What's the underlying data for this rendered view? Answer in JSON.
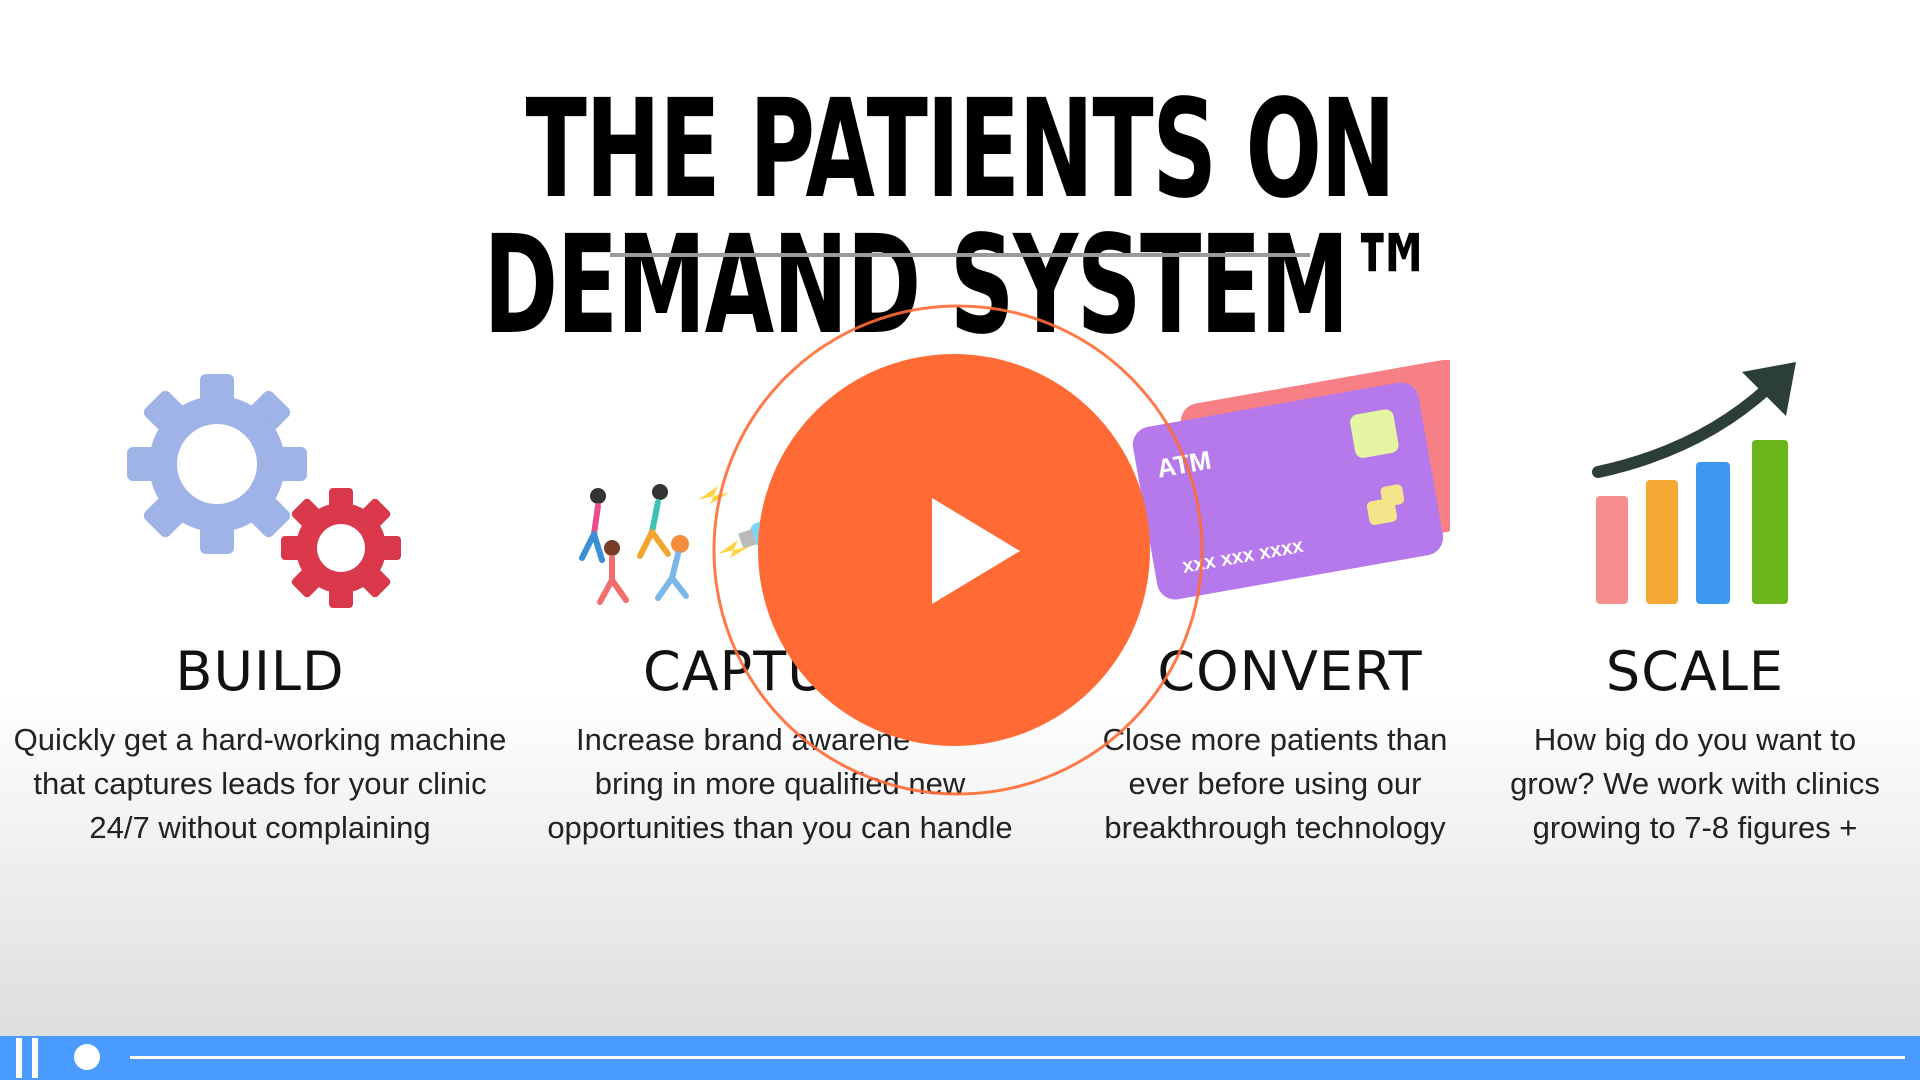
{
  "page": {
    "title": "THE PATIENTS ON DEMAND SYSTEM™"
  },
  "columns": [
    {
      "heading": "BUILD",
      "lines": [
        "Quickly get a hard-working machine",
        "that captures leads for your clinic",
        "24/7 without complaining"
      ]
    },
    {
      "heading": "CAPTU",
      "lines": [
        "Increase brand awarene",
        "bring in more qualified new",
        "opportunities than you can handle"
      ]
    },
    {
      "heading": "CONVERT",
      "lines": [
        "Close more patients than",
        "ever before using our",
        "breakthrough technology"
      ]
    },
    {
      "heading": "SCALE",
      "lines": [
        "How big do you want to",
        "grow? We work with clinics",
        "growing to 7-8 figures +"
      ]
    }
  ],
  "card": {
    "brand": "ATM",
    "number": "xxx xxx xxxx"
  },
  "player": {
    "progress_fraction": 0.0
  },
  "colors": {
    "play_accent": "#ff6a35",
    "progress_bar": "#4a9bff",
    "gear_large": "#9fb3e6",
    "gear_small": "#d9394a",
    "card_front": "#b679ec",
    "card_back": "#f77f86"
  },
  "icons": [
    "gears-icon",
    "people-megaphone-icon",
    "atm-card-icon",
    "growth-chart-icon",
    "play-icon",
    "pause-icon"
  ]
}
